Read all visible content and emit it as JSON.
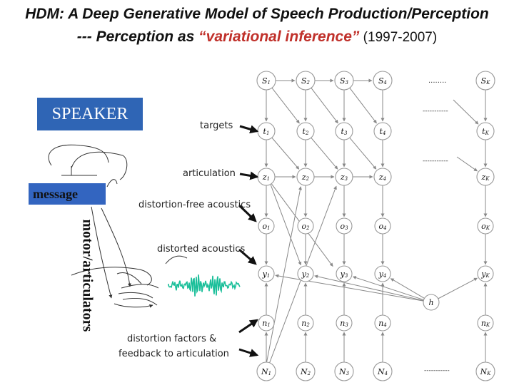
{
  "title_line1": "HDM: A Deep Generative Model of Speech Production/Perception",
  "title_line2_prefix": "--- Perception as ",
  "title_line2_highlight": "“variational inference”",
  "title_line2_years": " (1997-2007)",
  "speaker_label": "SPEAKER",
  "message_label": "message",
  "motor_label": "motor/articulators",
  "annotations": {
    "targets": "targets",
    "articulation": "articulation",
    "distortion_free": "distortion-free acoustics",
    "distorted": "distorted acoustics",
    "factors_line1": "distortion factors &",
    "factors_line2": "feedback to articulation"
  },
  "graph": {
    "rows": [
      {
        "var": "S",
        "upper": true
      },
      {
        "var": "t",
        "upper": false
      },
      {
        "var": "z",
        "upper": false
      },
      {
        "var": "o",
        "upper": false
      },
      {
        "var": "y",
        "upper": false
      },
      {
        "var": "n",
        "upper": false
      },
      {
        "var": "N",
        "upper": true
      }
    ],
    "subscripts": [
      "1",
      "2",
      "3",
      "4",
      "K"
    ],
    "hidden_node": "h",
    "ellipsis": "........",
    "ellipsis_dashes": "-----------"
  },
  "colors": {
    "speaker_box": "#2f65b5",
    "message_box": "#3365c0",
    "title_highlight": "#c0302a",
    "waveform": "#1bbf9a",
    "arrow": "#111111"
  }
}
